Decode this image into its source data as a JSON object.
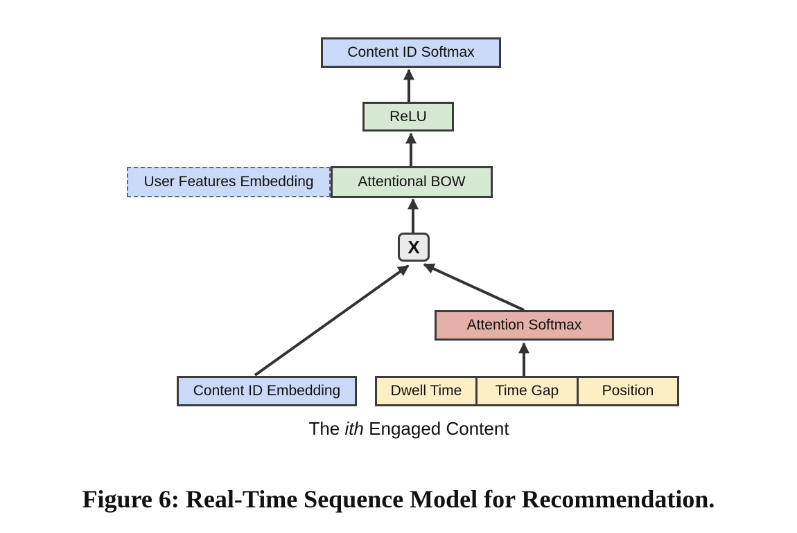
{
  "diagram": {
    "nodes": {
      "content_id_softmax": "Content ID Softmax",
      "relu": "ReLU",
      "user_features_embedding": "User Features Embedding",
      "attentional_bow": "Attentional BOW",
      "multiply": "X",
      "attention_softmax": "Attention Softmax",
      "content_id_embedding": "Content ID Embedding",
      "dwell_time": "Dwell Time",
      "time_gap": "Time Gap",
      "position": "Position"
    },
    "edges": [
      {
        "from": "relu",
        "to": "content_id_softmax"
      },
      {
        "from": "attentional_bow",
        "to": "relu"
      },
      {
        "from": "multiply",
        "to": "attentional_bow"
      },
      {
        "from": "content_id_embedding",
        "to": "multiply"
      },
      {
        "from": "attention_softmax",
        "to": "multiply"
      },
      {
        "from": "time_gap",
        "to": "attention_softmax"
      }
    ],
    "group_label": {
      "prefix": "The ",
      "italic": "ith",
      "suffix": " Engaged Content"
    },
    "colors": {
      "blue": "#c9d9f7",
      "green": "#d6e9d2",
      "red": "#e4b0a8",
      "yellow": "#fcefc6",
      "border": "#3c3c3c"
    }
  },
  "caption": "Figure 6: Real-Time Sequence Model for Recommendation."
}
